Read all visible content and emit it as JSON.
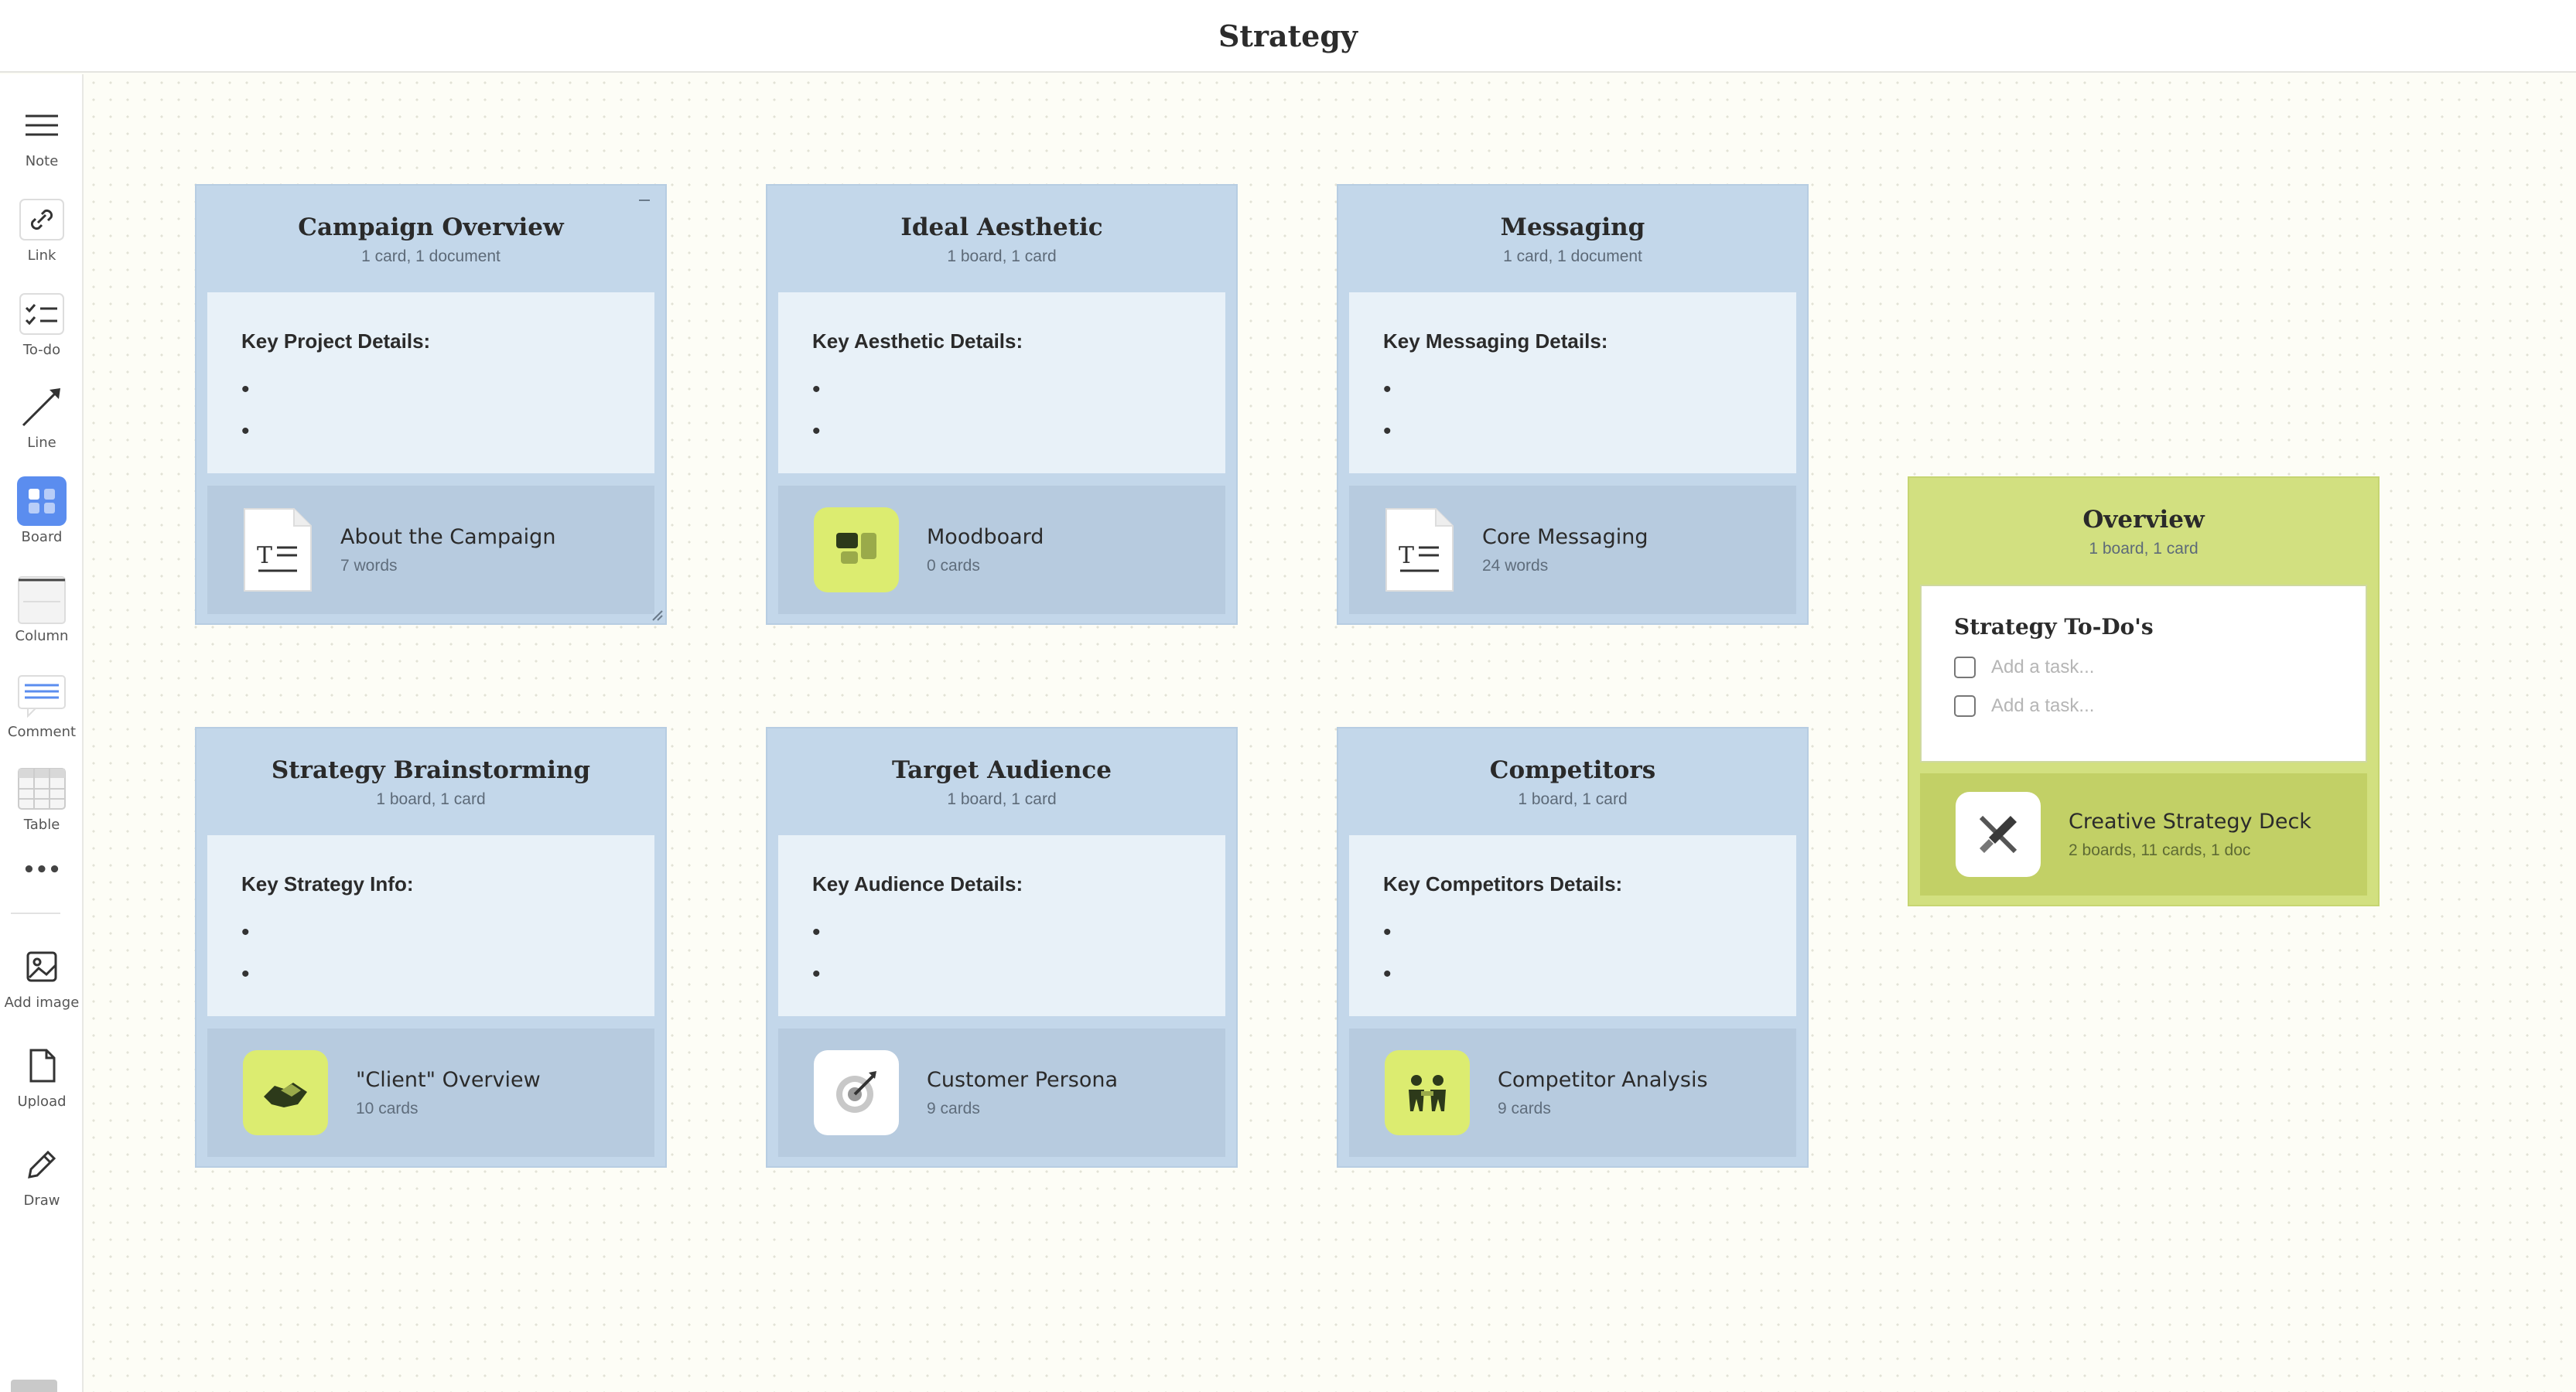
{
  "header": {
    "title": "Strategy"
  },
  "toolbar": {
    "note": "Note",
    "link": "Link",
    "todo": "To-do",
    "line": "Line",
    "board": "Board",
    "column": "Column",
    "comment": "Comment",
    "table": "Table",
    "more": "•••",
    "add_image": "Add image",
    "upload": "Upload",
    "draw": "Draw"
  },
  "boards": [
    {
      "title": "Campaign Overview",
      "subtitle": "1 card, 1 document",
      "note_title": "Key Project Details:",
      "link_title": "About the Campaign",
      "link_sub": "7 words",
      "icon": "document-icon"
    },
    {
      "title": "Ideal Aesthetic",
      "subtitle": "1 board, 1 card",
      "note_title": "Key Aesthetic Details:",
      "link_title": "Moodboard",
      "link_sub": "0 cards",
      "icon": "moodboard-icon"
    },
    {
      "title": "Messaging",
      "subtitle": "1 card, 1 document",
      "note_title": "Key Messaging Details:",
      "link_title": "Core Messaging",
      "link_sub": "24 words",
      "icon": "document-icon"
    },
    {
      "title": "Strategy Brainstorming",
      "subtitle": "1 board, 1 card",
      "note_title": "Key Strategy Info:",
      "link_title": "\"Client\" Overview",
      "link_sub": "10 cards",
      "icon": "handshake-icon"
    },
    {
      "title": "Target Audience",
      "subtitle": "1 board, 1 card",
      "note_title": "Key Audience Details:",
      "link_title": "Customer Persona",
      "link_sub": "9 cards",
      "icon": "target-icon"
    },
    {
      "title": "Competitors",
      "subtitle": "1 board, 1 card",
      "note_title": "Key Competitors Details:",
      "link_title": "Competitor Analysis",
      "link_sub": "9 cards",
      "icon": "people-icon"
    }
  ],
  "overview": {
    "title": "Overview",
    "subtitle": "1 board, 1 card",
    "todo_title": "Strategy To-Do's",
    "todo_placeholder_1": "Add a task...",
    "todo_placeholder_2": "Add a task...",
    "link_title": "Creative Strategy Deck",
    "link_sub": "2 boards, 11 cards, 1 doc"
  },
  "colors": {
    "board_blue": "#c3d7ea",
    "board_green": "#d2e080",
    "accent": "#5b8def"
  }
}
